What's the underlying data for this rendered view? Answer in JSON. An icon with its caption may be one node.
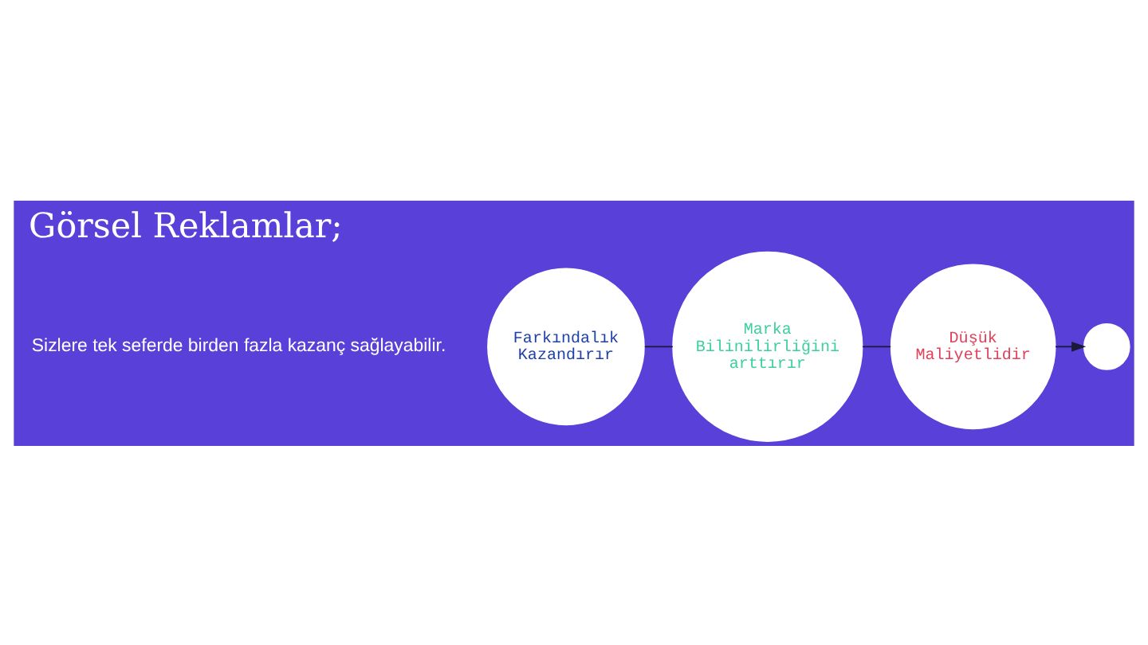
{
  "diagram": {
    "title": "Görsel Reklamlar;",
    "nodes": [
      {
        "text": [
          "Farkındalık Kazandırır"
        ]
      },
      {
        "text": [
          "Marka Bilinilirliğini arttırır"
        ]
      },
      {
        "text": [
          "Düşük Maliyetlidir"
        ]
      },
      {
        "text": [],
        "shape": "circle"
      }
    ],
    "edges": [
      {
        "from": 0,
        "to": 1,
        "arrow": "none"
      },
      {
        "from": 1,
        "to": 2,
        "arrow": "none"
      },
      {
        "from": 2,
        "to": 3,
        "arrow": "to"
      }
    ],
    "labels": [
      "Sizlere tek seferde birden fazla kazanç sağlayabilir."
    ]
  }
}
